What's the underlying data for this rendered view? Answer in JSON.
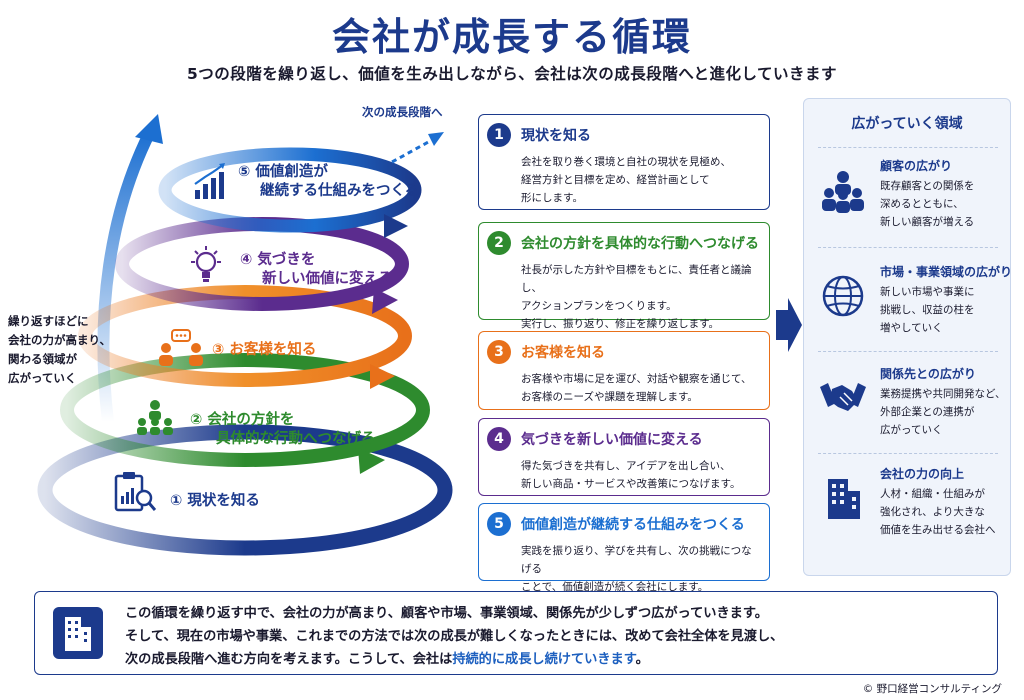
{
  "title": "会社が成長する循環",
  "subtitle": "5つの段階を繰り返し、価値を生み出しながら、会社は次の成長段階へと進化していきます",
  "spiral": {
    "next_stage": "次の成長段階へ",
    "side_note": [
      "繰り返すほどに",
      "会社の力が高まり、",
      "関わる領域が",
      "広がっていく"
    ],
    "loops": [
      {
        "label": [
          "① 現状を知る"
        ],
        "color": "#1c3a8c"
      },
      {
        "label": [
          "② 会社の方針を",
          "具体的な行動へつなげる"
        ],
        "color": "#2e8b2e"
      },
      {
        "label": [
          "③ お客様を知る"
        ],
        "color": "#e8701a"
      },
      {
        "label": [
          "④ 気づきを",
          "新しい価値に変える"
        ],
        "color": "#5b2c8e"
      },
      {
        "label": [
          "⑤ 価値創造が",
          "継続する仕組みをつくる"
        ],
        "color": "#1c3a8c"
      }
    ]
  },
  "steps": [
    {
      "num": "1",
      "title": "現状を知る",
      "color": "#1c3a8c",
      "desc": [
        "会社を取り巻く環境と自社の現状を見極め、",
        "経営方針と目標を定め、経営計画として",
        "形にします。"
      ]
    },
    {
      "num": "2",
      "title": "会社の方針を具体的な行動へつなげる",
      "color": "#2e8b2e",
      "desc": [
        "社長が示した方針や目標をもとに、責任者と議論し、",
        "アクションプランをつくります。",
        "実行し、振り返り、修正を繰り返します。"
      ]
    },
    {
      "num": "3",
      "title": "お客様を知る",
      "color": "#e8701a",
      "desc": [
        "お客様や市場に足を運び、対話や観察を通じて、",
        "お客様のニーズや課題を理解します。"
      ]
    },
    {
      "num": "4",
      "title": "気づきを新しい価値に変える",
      "color": "#5b2c8e",
      "desc": [
        "得た気づきを共有し、アイデアを出し合い、",
        "新しい商品・サービスや改善策につなげます。"
      ]
    },
    {
      "num": "5",
      "title": "価値創造が継続する仕組みをつくる",
      "color": "#1c6fd1",
      "desc": [
        "実践を振り返り、学びを共有し、次の挑戦につなげる",
        "ことで、価値創造が続く会社にします。"
      ]
    }
  ],
  "domains": {
    "title": "広がっていく領域",
    "items": [
      {
        "name": "顧客の広がり",
        "desc": [
          "既存顧客との関係を",
          "深めるとともに、",
          "新しい顧客が増える"
        ],
        "icon": "people-group-icon"
      },
      {
        "name": "市場・事業領域の広がり",
        "desc": [
          "新しい市場や事業に",
          "挑戦し、収益の柱を",
          "増やしていく"
        ],
        "icon": "globe-icon"
      },
      {
        "name": "関係先との広がり",
        "desc": [
          "業務提携や共同開発など、",
          "外部企業との連携が",
          "広がっていく"
        ],
        "icon": "handshake-icon"
      },
      {
        "name": "会社の力の向上",
        "desc": [
          "人材・組織・仕組みが",
          "強化され、より大きな",
          "価値を生み出せる会社へ"
        ],
        "icon": "building-icon"
      }
    ]
  },
  "summary": {
    "line1": "この循環を繰り返す中で、会社の力が高まり、顧客や市場、事業領域、関係先が少しずつ広がっていきます。",
    "line2": "そして、現在の市場や事業、これまでの方法では次の成長が難しくなったときには、改めて会社全体を見渡し、",
    "line3_a": "次の成長段階へ進む方向を考えます。こうして、会社は",
    "line3_b": "持続的に成長し続けていきます",
    "line3_c": "。"
  },
  "copyright": "© 野口経営コンサルティング",
  "colors": {
    "navy": "#1c3a8c",
    "green": "#2e8b2e",
    "orange": "#e8701a",
    "purple": "#5b2c8e",
    "blue": "#1c6fd1"
  }
}
